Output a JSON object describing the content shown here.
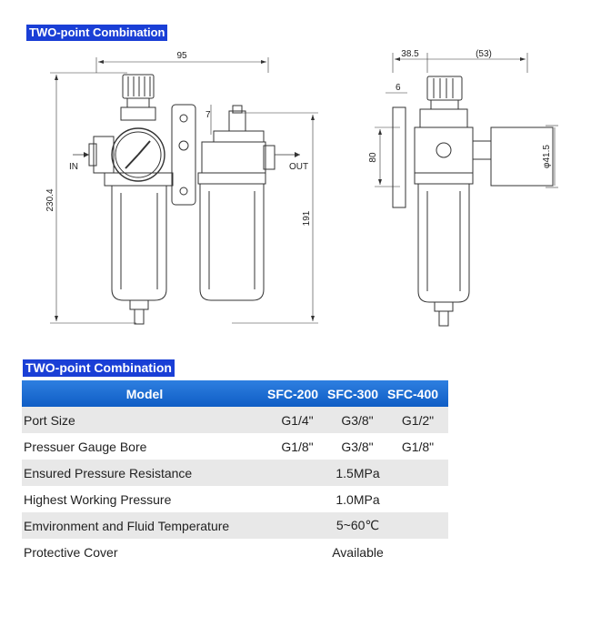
{
  "top_label": "TWO-point Combination",
  "table_label": "TWO-point Combination",
  "drawing": {
    "dim_width_total": "95",
    "dim_height_total": "230.4",
    "dim_height_body": "191",
    "dim_small_7": "7",
    "label_in": "IN",
    "label_out": "OUT",
    "side_dim_38_5": "38.5",
    "side_dim_53": "(53)",
    "side_dim_6": "6",
    "side_dim_80": "80",
    "side_dim_phi": "φ41.5"
  },
  "table": {
    "header": {
      "model": "Model",
      "m1": "SFC-200",
      "m2": "SFC-300",
      "m3": "SFC-400"
    },
    "rows": [
      {
        "label": "Port Size",
        "v1": "G1/4\"",
        "v2": "G3/8\"",
        "v3": "G1/2\""
      },
      {
        "label": "Pressuer Gauge Bore",
        "v1": "G1/8\"",
        "v2": "G3/8\"",
        "v3": "G1/8\""
      },
      {
        "label": "Ensured Pressure Resistance",
        "span": "1.5MPa"
      },
      {
        "label": "Highest Working Pressure",
        "span": "1.0MPa"
      },
      {
        "label": "Emvironment and Fluid Temperature",
        "span": "5~60℃"
      },
      {
        "label": "Protective Cover",
        "span": "Available"
      }
    ]
  }
}
